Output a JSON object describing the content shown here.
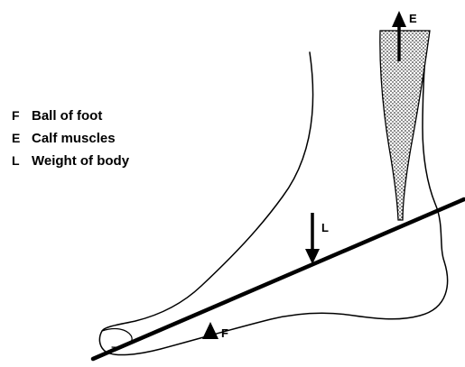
{
  "legend": [
    {
      "key": "F",
      "text": "Ball of foot"
    },
    {
      "key": "E",
      "text": "Calf muscles"
    },
    {
      "key": "L",
      "text": "Weight of body"
    }
  ],
  "labels": {
    "effort": "E",
    "load": "L",
    "fulcrum": "F"
  }
}
